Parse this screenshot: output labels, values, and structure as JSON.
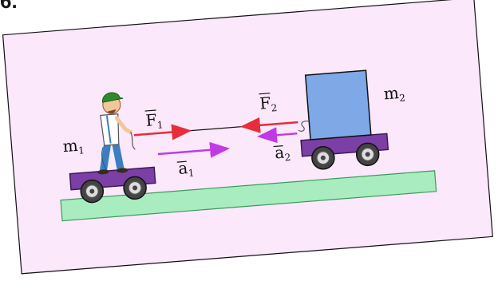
{
  "corner_text": "6.",
  "labels": {
    "m1": "m",
    "m1_sub": "1",
    "m2": "m",
    "m2_sub": "2",
    "F1": "F",
    "F1_sub": "1",
    "F2": "F",
    "F2_sub": "2",
    "a1": "a",
    "a1_sub": "1",
    "a2": "a",
    "a2_sub": "2"
  },
  "colors": {
    "background_panel": "#fbe8fb",
    "ground": "#a8ecc0",
    "cart": "#7b3fa6",
    "box": "#7fa8e6",
    "force_arrow": "#e82c3a",
    "accel_arrow": "#c03ae8",
    "person_shirt": "#ffffff",
    "person_pants": "#3a7fbf",
    "person_cap": "#2f8a2f"
  }
}
